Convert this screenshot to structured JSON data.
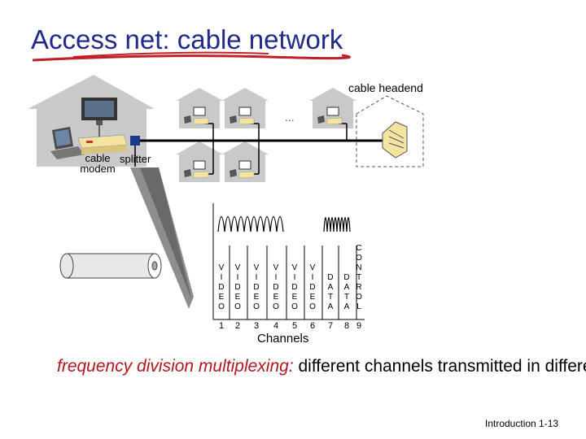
{
  "title": "Access net: cable network",
  "labels": {
    "cable_headend": "cable headend",
    "cable_modem": "cable\nmodem",
    "splitter": "splitter",
    "ellipsis": "...",
    "channels": "Channels"
  },
  "channels": [
    {
      "text": "V\nI\nD\nE\nO",
      "num": "1"
    },
    {
      "text": "V\nI\nD\nE\nO",
      "num": "2"
    },
    {
      "text": "V\nI\nD\nE\nO",
      "num": "3"
    },
    {
      "text": "V\nI\nD\nE\nO",
      "num": "4"
    },
    {
      "text": "V\nI\nD\nE\nO",
      "num": "5"
    },
    {
      "text": "V\nI\nD\nE\nO",
      "num": "6"
    },
    {
      "text": "D\nA\nT\nA",
      "num": "7"
    },
    {
      "text": "D\nA\nT\nA",
      "num": "8"
    },
    {
      "text": "C\nO\nN\nT\nR\nO\nL",
      "num": "9"
    }
  ],
  "caption": {
    "highlight": "frequency division multiplexing:",
    "rest": " different channels transmitted in different frequency bands"
  },
  "footer": "Introduction 1-13",
  "colors": {
    "title": "#1f2a8a",
    "underline": "#c0202a",
    "highlight": "#b0161e",
    "house": "#c9c9c9"
  }
}
